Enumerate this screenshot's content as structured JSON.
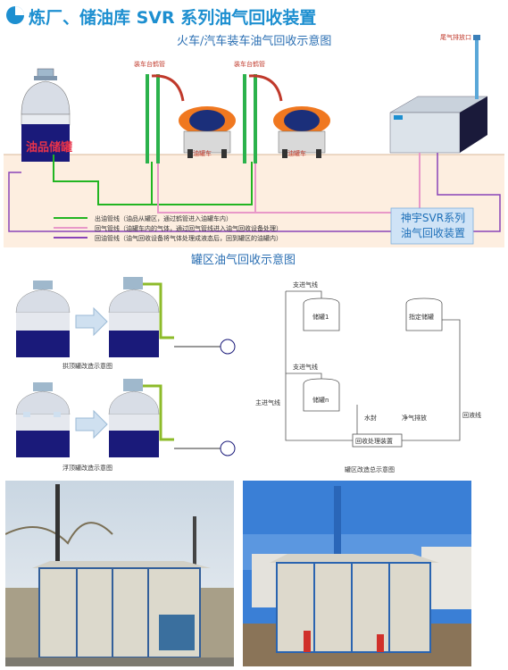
{
  "header": {
    "title": "炼厂、储油库 SVR 系列油气回收装置"
  },
  "diagram1": {
    "title": "火车/汽车装车油气回收示意图",
    "tank_label": "油品储罐",
    "loading_arm_1": "装车台鹤管",
    "loading_arm_2": "装车台鹤管",
    "tanker_1": "油罐车",
    "tanker_2": "油罐车",
    "vent": "尾气排放口",
    "device_name_line1": "神宇SVR系列",
    "device_name_line2": "油气回收装置",
    "legend": [
      {
        "color": "#22b522",
        "name": "出油管线",
        "desc": "（油品从罐区，通过鹤管进入油罐车内）"
      },
      {
        "color": "#e898c8",
        "name": "回气管线",
        "desc": "（油罐车内的气体，通过回气管线进入油气回收设备处理）"
      },
      {
        "color": "#8a44b8",
        "name": "回油管线",
        "desc": "（油气回收设备将气体处理成液态后，回到罐区的油罐内）"
      }
    ]
  },
  "diagram2": {
    "title": "罐区油气回收示意图",
    "caption_fixed": "拱顶罐改造示意图",
    "caption_floating": "浮顶罐改造示意图",
    "caption_overall": "罐区改造总示意图",
    "labels": {
      "branch_gas_1": "支进气线",
      "branch_gas_2": "支进气线",
      "main_gas": "主进气线",
      "tank1": "储罐1",
      "tankN": "储罐n",
      "designated_tank": "指定储罐",
      "return_oil": "回液线",
      "water_seal": "水封",
      "clean_gas": "净气排放",
      "device": "回收处理装置"
    }
  },
  "colors": {
    "title_blue": "#1d8fd0",
    "tank_navy": "#1a1a7a",
    "pipe_green": "#22b522",
    "pipe_pink": "#e898c8",
    "pipe_purple": "#8a44b8"
  }
}
